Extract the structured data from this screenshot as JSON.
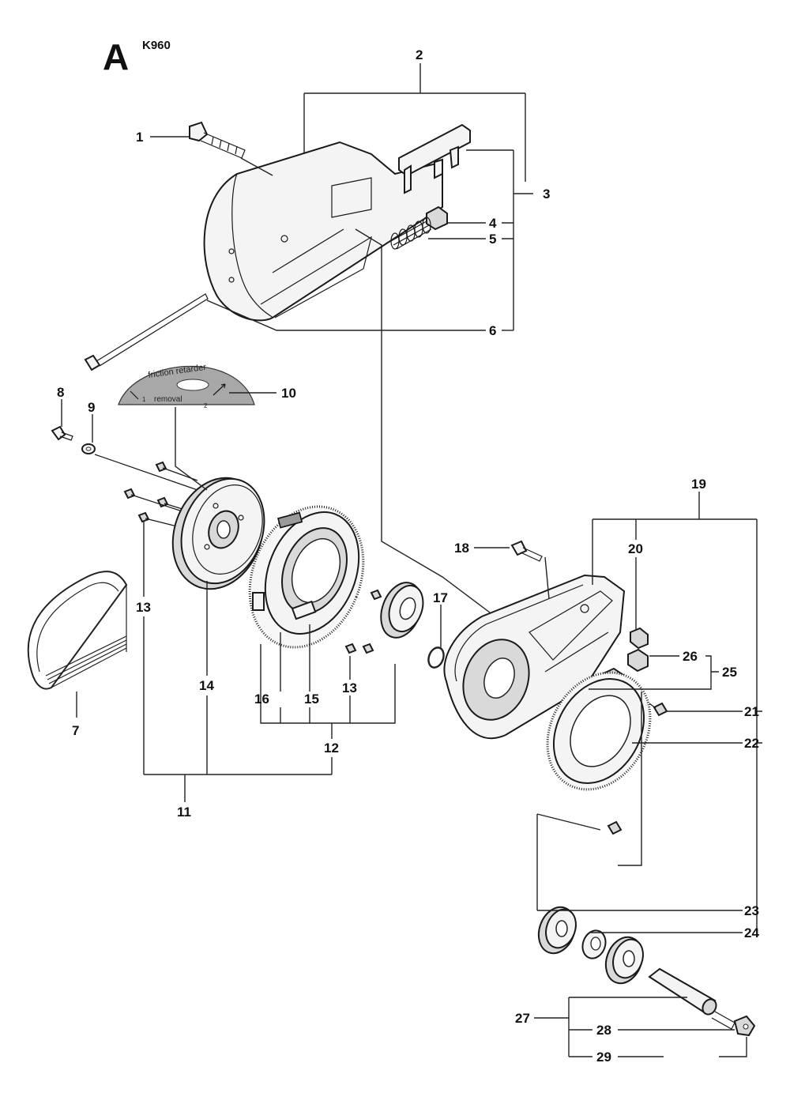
{
  "title": {
    "letter": "A",
    "model": "K960"
  },
  "decal": {
    "line1": "friction retarder",
    "line2": "removal",
    "step1": "1",
    "step2": "2"
  },
  "callouts": {
    "c1": "1",
    "c2": "2",
    "c3": "3",
    "c4": "4",
    "c5": "5",
    "c6": "6",
    "c7": "7",
    "c8": "8",
    "c9": "9",
    "c10": "10",
    "c11": "11",
    "c12": "12",
    "c13a": "13",
    "c13b": "13",
    "c14": "14",
    "c15": "15",
    "c16": "16",
    "c17": "17",
    "c18": "18",
    "c19": "19",
    "c20": "20",
    "c21": "21",
    "c22": "22",
    "c23": "23",
    "c24": "24",
    "c25": "25",
    "c26": "26",
    "c27": "27",
    "c28": "28",
    "c29": "29"
  }
}
